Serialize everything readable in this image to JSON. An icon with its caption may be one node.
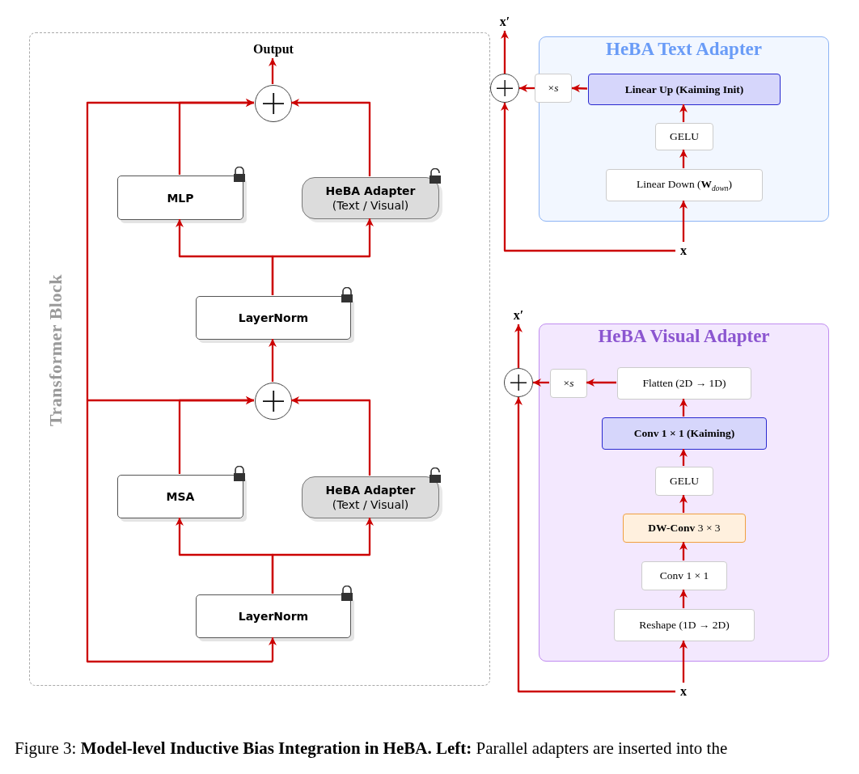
{
  "diagram": {
    "caption": "Figure 3: **Model-level Inductive Bias Integration in HeBA. Left:** Parallel adapters are inserted into the",
    "nodes": [
      {
        "text": [
          "Transformer Block"
        ]
      },
      {
        "text": [
          "Output"
        ],
        "in": 0
      },
      {
        "text": [],
        "shape": "circle",
        "in": 0
      },
      {
        "text": [
          "MLP"
        ],
        "in": 0
      },
      {
        "text": [
          "HeBA Adapter",
          "(Text / Visual)"
        ],
        "in": 0
      },
      {
        "text": [
          "LayerNorm"
        ],
        "in": 0
      },
      {
        "text": [],
        "shape": "circle",
        "in": 0
      },
      {
        "text": [
          "MSA"
        ],
        "in": 0
      },
      {
        "text": [
          "HeBA Adapter",
          "(Text / Visual)"
        ],
        "in": 0
      },
      {
        "text": [
          "LayerNorm"
        ],
        "in": 0
      },
      {
        "text": [
          "HeBA Text Adapter"
        ]
      },
      {
        "text": [
          "Linear Up (Kaiming Init)"
        ],
        "in": 10
      },
      {
        "text": [
          "GELU"
        ],
        "in": 10
      },
      {
        "text": [
          "Linear Down (**W**$_{down}$)"
        ],
        "in": 10
      },
      {
        "text": [
          "×*s*"
        ]
      },
      {
        "text": [],
        "shape": "circle"
      },
      {
        "text": [
          "x′"
        ]
      },
      {
        "text": [
          "x"
        ]
      },
      {
        "text": [
          "HeBA Visual Adapter"
        ]
      },
      {
        "text": [
          "Flatten (2D → 1D)"
        ],
        "in": 18
      },
      {
        "text": [
          "Conv 1 × 1 (Kaiming)"
        ],
        "in": 18
      },
      {
        "text": [
          "GELU"
        ],
        "in": 18
      },
      {
        "text": [
          "**DW-Conv** 3 × 3"
        ],
        "in": 18
      },
      {
        "text": [
          "Conv 1 × 1"
        ],
        "in": 18
      },
      {
        "text": [
          "Reshape (1D → 2D)"
        ],
        "in": 18
      },
      {
        "text": [
          "×*s*"
        ],
        "in": 18
      },
      {
        "text": [],
        "shape": "circle"
      },
      {
        "text": [
          "x′"
        ]
      },
      {
        "text": [
          "x"
        ]
      }
    ],
    "edges": [
      {
        "from": 2,
        "to": 1,
        "arrow": "to"
      },
      {
        "from": 3,
        "to": 2,
        "arrow": "to"
      },
      {
        "from": 4,
        "to": 2,
        "arrow": "to"
      },
      {
        "from": 5,
        "to": 3,
        "arrow": "to"
      },
      {
        "from": 5,
        "to": 4,
        "arrow": "to"
      },
      {
        "from": 6,
        "to": 5,
        "arrow": "to"
      },
      {
        "from": null,
        "to": 2,
        "arrow": "to"
      },
      {
        "from": 7,
        "to": 6,
        "arrow": "to"
      },
      {
        "from": 8,
        "to": 6,
        "arrow": "to"
      },
      {
        "from": 9,
        "to": 7,
        "arrow": "to"
      },
      {
        "from": 9,
        "to": 8,
        "arrow": "to"
      },
      {
        "from": null,
        "to": 9,
        "arrow": "to"
      },
      {
        "from": null,
        "to": 6,
        "arrow": "to"
      },
      {
        "from": 17,
        "to": 13,
        "arrow": "to"
      },
      {
        "from": 13,
        "to": 12,
        "arrow": "to"
      },
      {
        "from": 12,
        "to": 11,
        "arrow": "to"
      },
      {
        "from": 11,
        "to": 14,
        "arrow": "to"
      },
      {
        "from": 14,
        "to": 15,
        "arrow": "to"
      },
      {
        "from": 17,
        "to": 15,
        "arrow": "to"
      },
      {
        "from": 15,
        "to": 16,
        "arrow": "to"
      },
      {
        "from": 28,
        "to": 24,
        "arrow": "to"
      },
      {
        "from": 24,
        "to": 23,
        "arrow": "to"
      },
      {
        "from": 23,
        "to": 22,
        "arrow": "to"
      },
      {
        "from": 22,
        "to": 21,
        "arrow": "to"
      },
      {
        "from": 21,
        "to": 20,
        "arrow": "to"
      },
      {
        "from": 20,
        "to": 19,
        "arrow": "to"
      },
      {
        "from": 19,
        "to": 25,
        "arrow": "to"
      },
      {
        "from": 25,
        "to": 26,
        "arrow": "to"
      },
      {
        "from": 28,
        "to": 26,
        "arrow": "to"
      },
      {
        "from": 26,
        "to": 27,
        "arrow": "to"
      }
    ]
  }
}
